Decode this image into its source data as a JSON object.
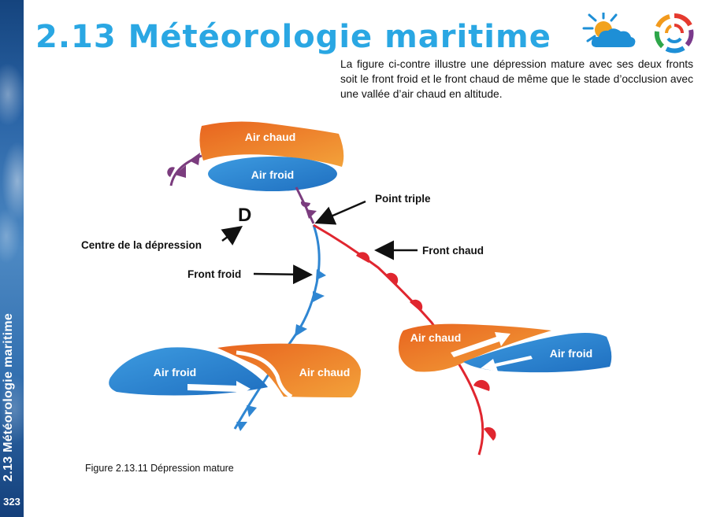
{
  "sidebar": {
    "title": "2.13 Météorologie maritime",
    "page_number": "323"
  },
  "header": {
    "title": "2.13 Météorologie maritime"
  },
  "intro_text": "La figure ci-contre illustre une dépression mature avec ses deux fronts soit le front froid et le front chaud de même que le stade d’occlusion avec une vallée d’air chaud en altitude.",
  "icons": {
    "weather": "sun-cloud-icon",
    "logo": "circular-arrows-logo-icon"
  },
  "colors": {
    "accent": "#2aa7e3",
    "warm_air": "#f08a1e",
    "cold_air": "#2f86d2",
    "warm_front": "#e0262f",
    "cold_front": "#2f86d2",
    "occlusion": "#7b3c7e"
  },
  "diagram": {
    "top_warm": "Air chaud",
    "top_cold": "Air froid",
    "low_symbol": "D",
    "triple_point": "Point triple",
    "low_center": "Centre de la dépression",
    "warm_front": "Front chaud",
    "cold_front": "Front froid",
    "left_cold": "Air froid",
    "left_warm": "Air chaud",
    "right_warm": "Air chaud",
    "right_cold": "Air froid"
  },
  "caption": "Figure 2.13.11 Dépression mature"
}
